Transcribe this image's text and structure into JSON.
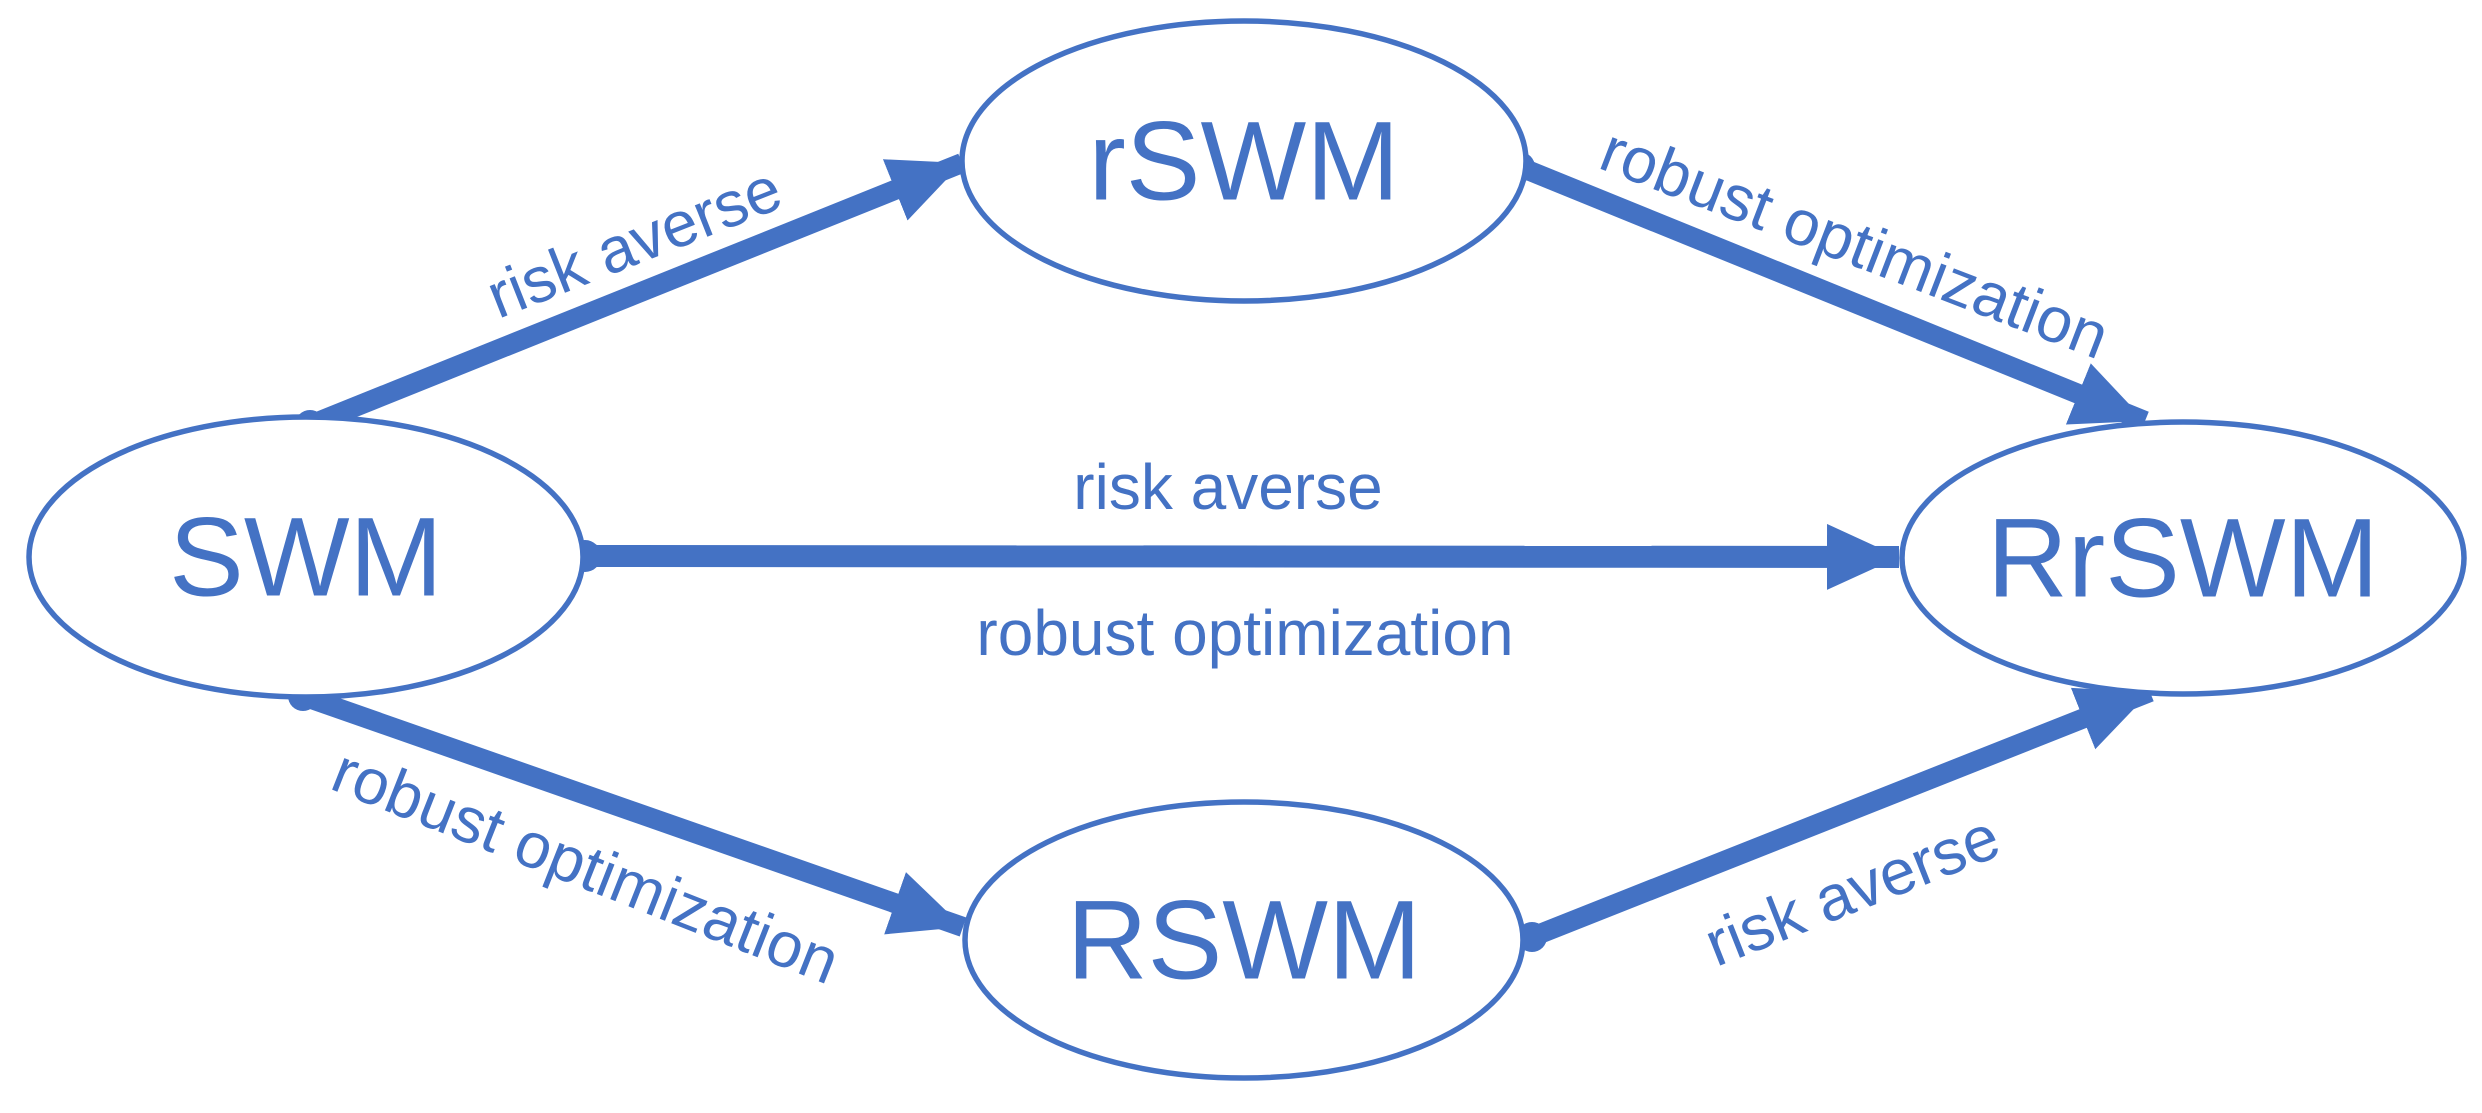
{
  "diagram": {
    "title": "",
    "background_color": "#ffffff",
    "accent_color": "#4472C4",
    "nodes": [
      {
        "id": "swm",
        "label": "SWM"
      },
      {
        "id": "rswm",
        "label": "rSWM"
      },
      {
        "id": "RSWM",
        "label": "RSWM"
      },
      {
        "id": "RrSWM",
        "label": "RrSWM"
      }
    ],
    "edges": [
      {
        "from": "SWM",
        "to": "rSWM",
        "label": "risk averse"
      },
      {
        "from": "rSWM",
        "to": "RrSWM",
        "label": "robust optimization"
      },
      {
        "from": "SWM",
        "to": "RrSWM",
        "labels": [
          "risk averse",
          "robust optimization"
        ]
      },
      {
        "from": "SWM",
        "to": "RSWM",
        "label": "robust optimization"
      },
      {
        "from": "RSWM",
        "to": "RrSWM",
        "label": "risk averse"
      }
    ]
  }
}
